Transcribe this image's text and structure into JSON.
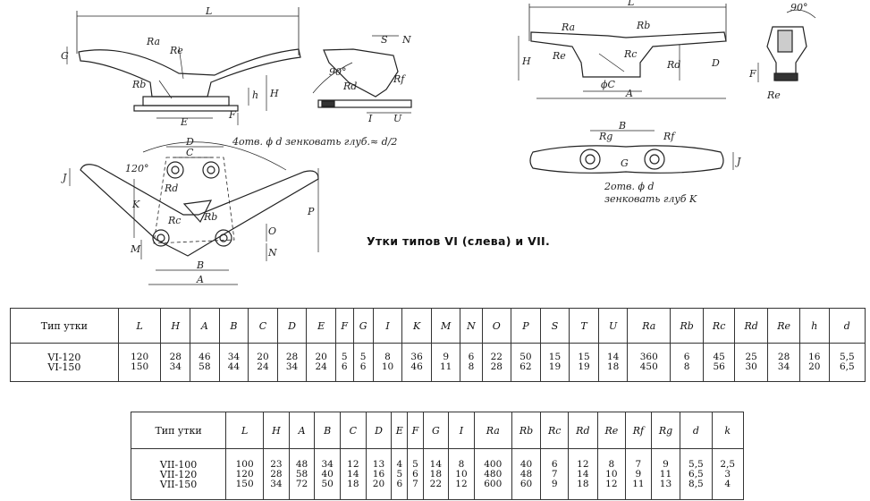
{
  "drawing_labels": {
    "type6_side": [
      "L",
      "G",
      "Ra",
      "Re",
      "Rb",
      "E",
      "F",
      "h",
      "H"
    ],
    "type6_section": [
      "S",
      "N",
      "90°",
      "Rd",
      "Rf",
      "I",
      "U"
    ],
    "type6_plan": [
      "D",
      "C",
      "J",
      "K",
      "120°",
      "Rd",
      "Rc",
      "Rb",
      "M",
      "B",
      "A",
      "P",
      "O",
      "N"
    ],
    "type6_hole_note": "4отв. ϕ d зенковать глуб.≈ d/2",
    "type7_side": [
      "L",
      "Ra",
      "Rb",
      "H",
      "Re",
      "Rc",
      "Rd",
      "D",
      "ϕC",
      "A"
    ],
    "type7_section": [
      "90°",
      "F",
      "Re"
    ],
    "type7_plan": [
      "B",
      "Rg",
      "Rf",
      "G",
      "J"
    ],
    "type7_hole_note_1": "2отв. ϕ d",
    "type7_hole_note_2": "зенковать глуб K"
  },
  "caption": "Утки типов VI (слева) и VII.",
  "table6": {
    "first_header": "Тип утки",
    "headers": [
      "L",
      "H",
      "A",
      "B",
      "C",
      "D",
      "E",
      "F",
      "G",
      "I",
      "K",
      "M",
      "N",
      "O",
      "P",
      "S",
      "T",
      "U",
      "Ra",
      "Rb",
      "Rc",
      "Rd",
      "Re",
      "h",
      "d"
    ],
    "types": [
      "VI-120",
      "VI-150"
    ],
    "rows": [
      [
        "120",
        "28",
        "46",
        "34",
        "20",
        "28",
        "20",
        "5",
        "5",
        "8",
        "36",
        "9",
        "6",
        "22",
        "50",
        "15",
        "15",
        "14",
        "360",
        "6",
        "45",
        "25",
        "28",
        "16",
        "5,5"
      ],
      [
        "150",
        "34",
        "58",
        "44",
        "24",
        "34",
        "24",
        "6",
        "6",
        "10",
        "46",
        "11",
        "8",
        "28",
        "62",
        "19",
        "19",
        "18",
        "450",
        "8",
        "56",
        "30",
        "34",
        "20",
        "6,5"
      ]
    ]
  },
  "table7": {
    "first_header": "Тип утки",
    "headers": [
      "L",
      "H",
      "A",
      "B",
      "C",
      "D",
      "E",
      "F",
      "G",
      "I",
      "Ra",
      "Rb",
      "Rc",
      "Rd",
      "Re",
      "Rf",
      "Rg",
      "d",
      "k"
    ],
    "types": [
      "VII-100",
      "VII-120",
      "VII-150"
    ],
    "rows": [
      [
        "100",
        "23",
        "48",
        "34",
        "12",
        "13",
        "4",
        "5",
        "14",
        "8",
        "400",
        "40",
        "6",
        "12",
        "8",
        "7",
        "9",
        "5,5",
        "2,5"
      ],
      [
        "120",
        "28",
        "58",
        "40",
        "14",
        "16",
        "5",
        "6",
        "18",
        "10",
        "480",
        "48",
        "7",
        "14",
        "10",
        "9",
        "11",
        "6,5",
        "3"
      ],
      [
        "150",
        "34",
        "72",
        "50",
        "18",
        "20",
        "6",
        "7",
        "22",
        "12",
        "600",
        "60",
        "9",
        "18",
        "12",
        "11",
        "13",
        "8,5",
        "4"
      ]
    ]
  }
}
